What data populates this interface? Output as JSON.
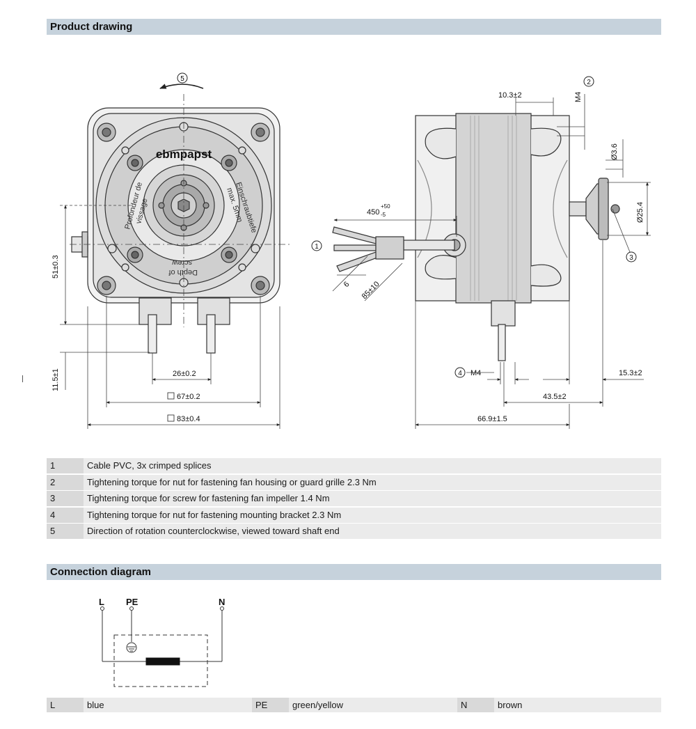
{
  "sections": {
    "product_drawing": "Product drawing",
    "connection_diagram": "Connection diagram"
  },
  "drawing": {
    "logo": "ebmpapst",
    "label_left_fr": [
      "Profondeur de",
      "vissage"
    ],
    "label_right_de": [
      "Einschraubtiefe",
      "max. 5mm"
    ],
    "label_bottom_en": [
      "Depth of",
      "screw"
    ],
    "markers": {
      "m1": "1",
      "m2": "2",
      "m3": "3",
      "m4": "4",
      "m5": "5"
    },
    "dimensions": {
      "d_51": "51±0.3",
      "d_11_5": "11.5±1",
      "d_26": "26±0.2",
      "d_67": "67±0.2",
      "d_83": "83±0.4",
      "d_10_3": "10.3±2",
      "d_m4_top": "M4",
      "d_3_6": "Ø3.6",
      "d_25_4": "Ø25.4",
      "d_450": "450",
      "d_450_tol_up": "+50",
      "d_450_tol_down": "-5",
      "d_6": "6",
      "d_85": "85±10",
      "d_m4_bottom": "M4",
      "d_15_3": "15.3±2",
      "d_43_5": "43.5±2",
      "d_66_9": "66.9±1.5"
    }
  },
  "notes": [
    {
      "num": "1",
      "text": "Cable PVC, 3x crimped splices"
    },
    {
      "num": "2",
      "text": "Tightening torque for nut for fastening fan housing or guard grille 2.3 Nm"
    },
    {
      "num": "3",
      "text": "Tightening torque for screw for fastening fan impeller 1.4 Nm"
    },
    {
      "num": "4",
      "text": "Tightening torque for nut for fastening mounting bracket 2.3 Nm"
    },
    {
      "num": "5",
      "text": "Direction of rotation counterclockwise, viewed toward shaft end"
    }
  ],
  "connection": {
    "terminals": [
      "L",
      "PE",
      "N"
    ]
  },
  "wires": [
    {
      "key": "L",
      "color": "blue"
    },
    {
      "key": "PE",
      "color": "green/yellow"
    },
    {
      "key": "N",
      "color": "brown"
    }
  ]
}
